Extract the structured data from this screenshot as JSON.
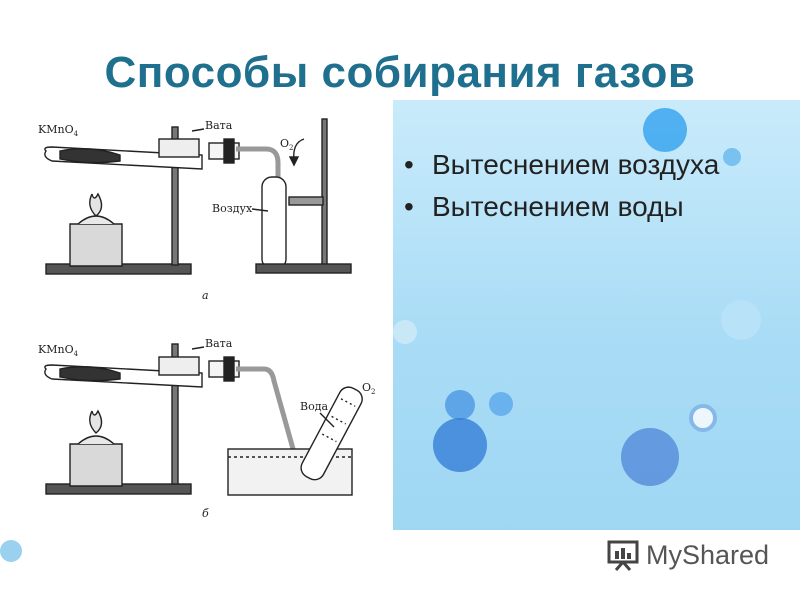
{
  "title": "Способы собирания газов",
  "bullets": [
    "Вытеснением воздуха",
    "Вытеснением воды"
  ],
  "figure": {
    "top": {
      "reagent": "KMnO",
      "reagent_sub": "4",
      "cotton": "Вата",
      "gas": "O",
      "gas_sub": "2",
      "medium": "Воздух",
      "caption": "а"
    },
    "bottom": {
      "reagent": "KMnO",
      "reagent_sub": "4",
      "cotton": "Вата",
      "gas": "O",
      "gas_sub": "2",
      "medium": "Вода",
      "caption": "б"
    }
  },
  "logo": {
    "text": "MyShared"
  },
  "colors": {
    "title": "#1f6f8f",
    "panel": "#a9dcf6",
    "accent_dot": "#3a8fe0"
  }
}
